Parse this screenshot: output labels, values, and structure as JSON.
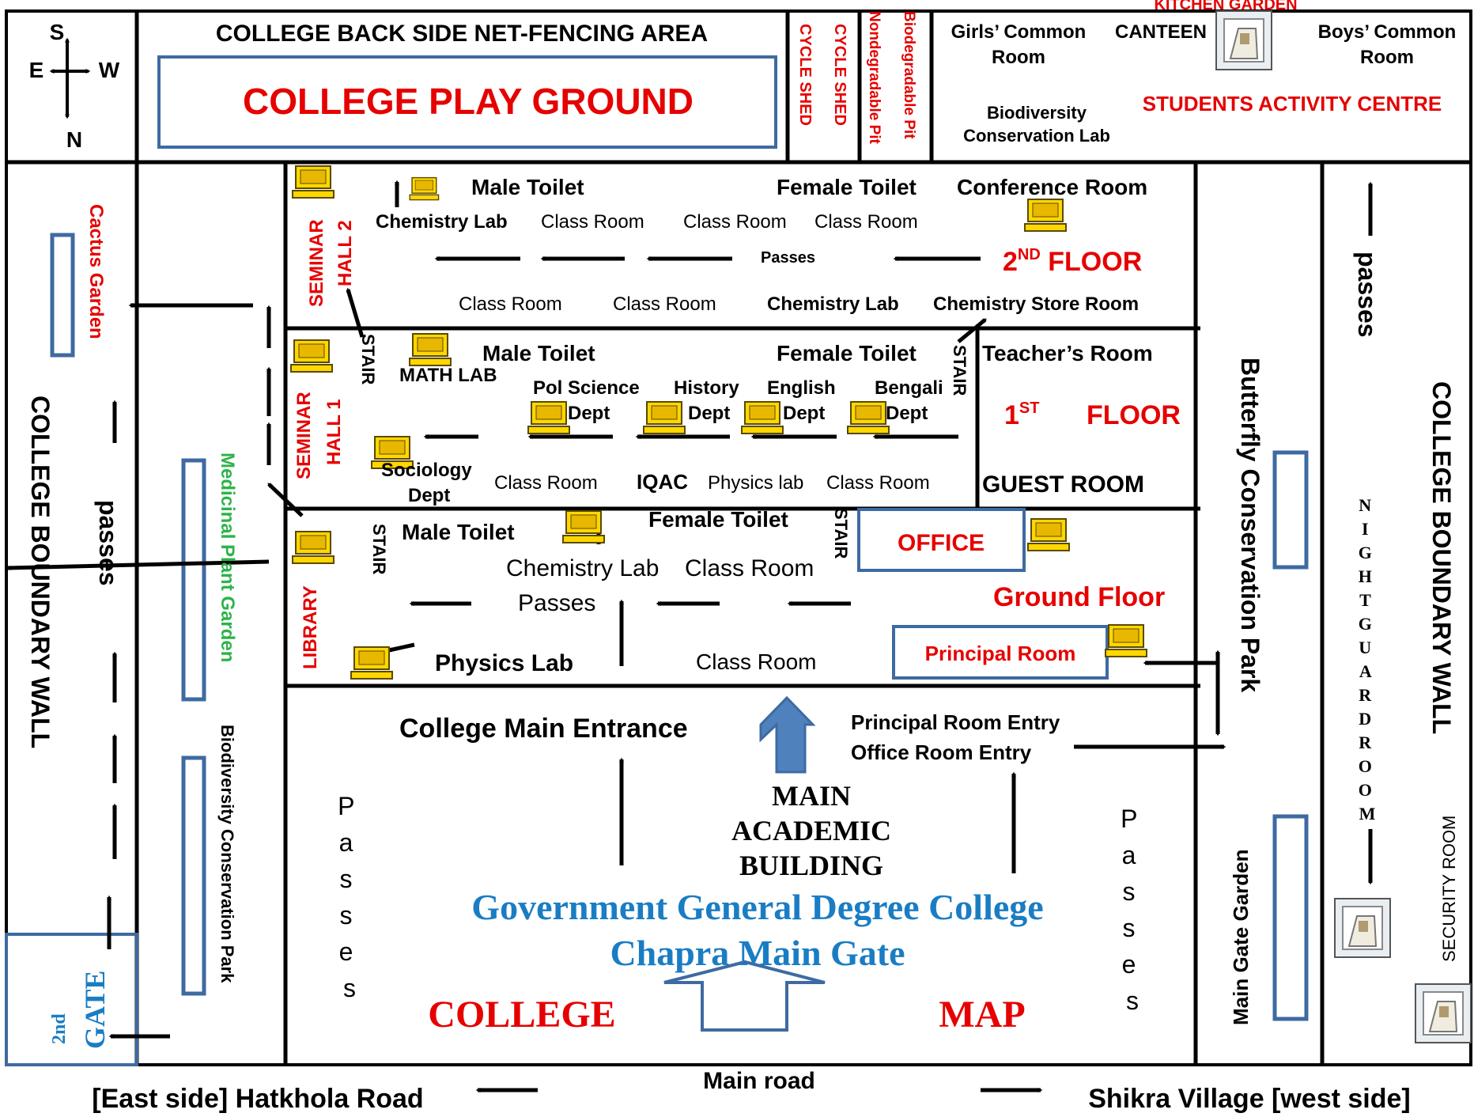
{
  "compass": {
    "s": "S",
    "e": "E",
    "w": "W",
    "n": "N"
  },
  "top": {
    "fencing": "COLLEGE BACK SIDE NET-FENCING  AREA",
    "playground": "COLLEGE PLAY GROUND",
    "cycle1": "CYCLE SHED",
    "cycle2": "CYCLE SHED",
    "nondeg": "Nondegradable Pit",
    "biodeg": "Biodegradable Pit",
    "kitchen": "KITCHEN GARDEN",
    "girls1": "Girls’ Common",
    "girls2": "Room",
    "canteen": "CANTEEN",
    "boys1": "Boys’ Common",
    "boys2": "Room",
    "bio1": "Biodiversity",
    "bio2": "Conservation Lab",
    "sac": "STUDENTS ACTIVITY CENTRE"
  },
  "left": {
    "cactus": "Cactus Garden",
    "boundary": "COLLEGE  BOUNDARY WALL",
    "passes": "passes",
    "medicinal1": "Medicinal Plant ",
    "medicinal2": "Garden",
    "biopark": "Biodiversity Conservation Park",
    "gate_ord": "2nd",
    "gate": "GATE"
  },
  "floor2": {
    "seminar": "SEMINAR",
    "hall": "HALL 2",
    "male": "Male Toilet",
    "female": "Female Toilet",
    "conf": "Conference Room",
    "chem": "Chemistry Lab",
    "class1": "Class Room",
    "class2": "Class Room",
    "class3": "Class Room",
    "passes": "Passes",
    "label": "2",
    "label_sup": "ND",
    "label_rest": " FLOOR",
    "class4": "Class Room",
    "class5": "Class Room",
    "chem2": "Chemistry Lab",
    "store": "Chemistry Store Room"
  },
  "floor1": {
    "stair1": "STAIR",
    "stair2": "STAIR",
    "seminar": "SEMINAR",
    "hall": "HALL 1",
    "math": "MATH LAB",
    "male": "Male Toilet",
    "female": "Female Toilet",
    "teacher": "Teacher’s Room",
    "pol1": "Pol Science",
    "pol2": "Dept",
    "hist1": "History",
    "hist2": "Dept",
    "eng1": "English",
    "eng2": "Dept",
    "beng1": "Bengali",
    "beng2": "Dept",
    "label": "1",
    "label_sup": "ST",
    "label_rest": "FLOOR",
    "soc1": "Sociology",
    "soc2": "Dept",
    "class1": "Class Room",
    "iqac": "IQAC",
    "phys": "Physics lab",
    "class2": "Class Room",
    "guest": "GUEST ROOM"
  },
  "ground": {
    "stair1": "STAIR",
    "stair2": "STAIR",
    "male": "Male Toilet",
    "female": "Female Toilet",
    "office": "OFFICE",
    "library": "LIBRARY",
    "chem": "Chemistry Lab",
    "class1": "Class Room",
    "passes": "Passes",
    "label": "Ground Floor",
    "physics": "Physics Lab",
    "class2": "Class Room",
    "principal": "Principal Room"
  },
  "campus": {
    "entrance": "College Main Entrance",
    "pentry": "Principal  Room Entry",
    "oentry": "Office Room Entry",
    "mab1": "MAIN",
    "mab2": "ACADEMIC",
    "mab3": "BUILDING",
    "college1": "Government General Degree College",
    "college2": "Chapra Main Gate",
    "map1": "COLLEGE",
    "map2": "MAP",
    "passes_l": [
      "P",
      "a",
      "s",
      "s",
      "e",
      "s"
    ],
    "passes_r": [
      "P",
      "a",
      "s",
      "s",
      "e",
      "s"
    ]
  },
  "right": {
    "butterfly": "Butterfly Conservation Park",
    "maingate": "Main Gate Garden",
    "passes": "passes",
    "night": [
      "N",
      "I",
      "G",
      "H",
      "T",
      "G",
      "U",
      "A",
      "R",
      "D",
      "R",
      "O",
      "O",
      "M"
    ],
    "boundary": "COLLEGE  BOUNDARY WALL",
    "security": "SECURITY ROOM"
  },
  "bottom": {
    "mainroad": "Main road",
    "east": "[East side] Hatkhola Road",
    "west": "Shikra Village [west side]"
  },
  "colors": {
    "red": "#e60000",
    "blue": "#1a7dc4",
    "green": "#2db34a",
    "frame": "#3e6aa2",
    "yellow": "#ffd700"
  }
}
